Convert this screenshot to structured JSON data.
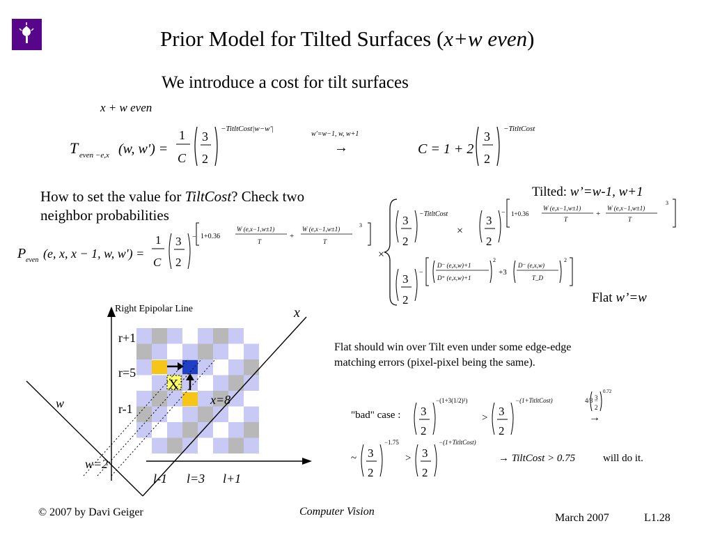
{
  "slide": {
    "title_main": "Prior Model for Tilted Surfaces  (",
    "title_italic": "x+w even",
    "title_close": ")",
    "subtitle": "We introduce a cost for tilt surfaces"
  },
  "math_top": {
    "condition": "x + w even",
    "T_symbol": "T",
    "T_sub": "even −e,x",
    "T_args": "(w, w') =",
    "frac_num": "1",
    "frac_den": "C",
    "base_num": "3",
    "base_den": "2",
    "exponent": "−TitltCost|w−w'|",
    "arrow_label": "w'=w−1, w, w+1",
    "arrow": "→",
    "C_lhs": "C = 1 + 2",
    "C_exponent": "−TitltCost"
  },
  "question": {
    "line1_pre": "How to set the value for ",
    "line1_ital": "TiltCost",
    "line1_post": "? Check two",
    "line2": "neighbor probabilities"
  },
  "prob": {
    "P_symbol": "P",
    "P_sub": "even",
    "P_args": "(e, x, x − 1, w, w') =",
    "frac_num": "1",
    "frac_den": "C",
    "exp_main": "1+0.36",
    "w_term_num": "W (e,x−1,w±1)",
    "w_term_den": "T",
    "cube": "3",
    "times": "×",
    "tilt_exp": "−TitltCost",
    "tilted_label_pre": "Tilted: ",
    "tilted_label_ital": "w’=w-1, w+1",
    "flat_label_pre": "Flat ",
    "flat_label_ital": "w’=w",
    "d_minus": "D⁻ (e,x,w)+1",
    "d_plus": "D⁺ (e,x,w)+1",
    "d_minus2": "D⁻ (e,x,w)",
    "t_d": "T_D",
    "sq": "2",
    "plus3": "+3"
  },
  "diagram": {
    "right_epipolar": "Right Epipolar Line",
    "row_r_plus": "r+1",
    "row_r": "r=5",
    "row_r_minus": "r-1",
    "x_axis": "x",
    "w_axis": "w",
    "x_eq": "x=8",
    "w_eq": "w=2",
    "X_mark": "X",
    "l_minus": "l-1",
    "l_eq": "l=3",
    "l_plus": "l+1"
  },
  "note": {
    "line1": "Flat should win over Tilt even under some edge-edge",
    "line2": "matching errors (pixel-pixel being the same)."
  },
  "bad_case": {
    "label": "\"bad\" case :",
    "exp1": "−(1+3(1/2)²)",
    "gt": ">",
    "exp2": "−(1+TitltCost)",
    "exp3": "0.72",
    "arrow": "→",
    "tilde": "~",
    "exp4": "−1.75",
    "result_pre": "→ TiltCost > 0.75",
    "result_post": "will do it."
  },
  "footer": {
    "copyright": "© 2007 by Davi Geiger",
    "course": "Computer Vision",
    "date": "March 2007",
    "slide_no": "L1.28"
  }
}
